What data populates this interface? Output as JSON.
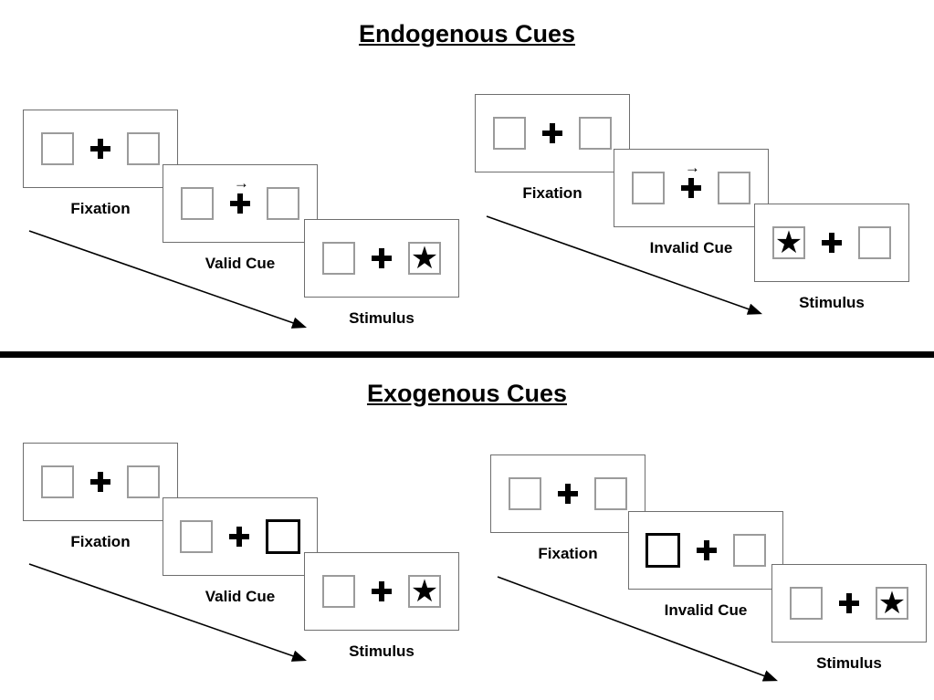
{
  "glyphs": {
    "star": "★",
    "cue_arrow": "→"
  },
  "icons": [
    "plus-icon",
    "star-icon",
    "right-arrow-icon",
    "timeline-arrow"
  ],
  "sections": [
    {
      "title": "Endogenous Cues",
      "sequences": [
        {
          "name": "valid-trial",
          "panels": [
            {
              "label": "Fixation",
              "cue": "none",
              "target": "none"
            },
            {
              "label": "Valid Cue",
              "cue": "arrow-right-above-cross",
              "target": "none"
            },
            {
              "label": "Stimulus",
              "cue": "none",
              "target": "star-in-right-box"
            }
          ]
        },
        {
          "name": "invalid-trial",
          "panels": [
            {
              "label": "Fixation",
              "cue": "none",
              "target": "none"
            },
            {
              "label": "Invalid Cue",
              "cue": "arrow-right-above-cross",
              "target": "none"
            },
            {
              "label": "Stimulus",
              "cue": "none",
              "target": "star-in-left-box"
            }
          ]
        }
      ]
    },
    {
      "title": "Exogenous Cues",
      "sequences": [
        {
          "name": "valid-trial",
          "panels": [
            {
              "label": "Fixation",
              "cue": "none",
              "target": "none"
            },
            {
              "label": "Valid Cue",
              "cue": "bold-outline-right-box",
              "target": "none"
            },
            {
              "label": "Stimulus",
              "cue": "none",
              "target": "star-in-right-box"
            }
          ]
        },
        {
          "name": "invalid-trial",
          "panels": [
            {
              "label": "Fixation",
              "cue": "none",
              "target": "none"
            },
            {
              "label": "Invalid Cue",
              "cue": "bold-outline-left-box",
              "target": "none"
            },
            {
              "label": "Stimulus",
              "cue": "none",
              "target": "star-in-right-box"
            }
          ]
        }
      ]
    }
  ]
}
